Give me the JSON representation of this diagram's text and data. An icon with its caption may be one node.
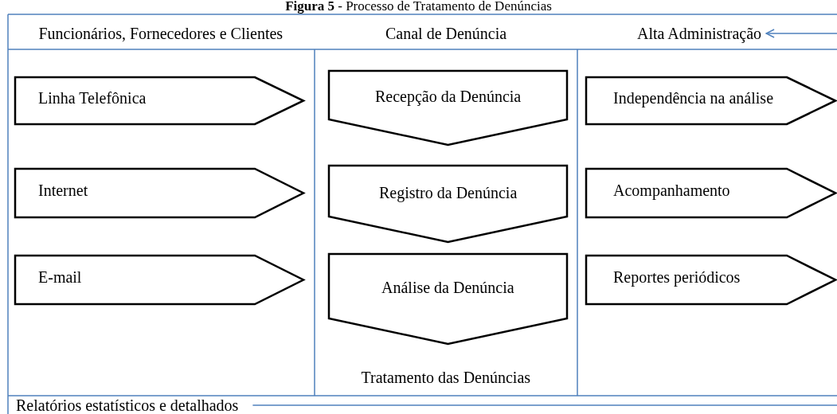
{
  "diagram": {
    "title": "**Figura 5** - Processo de Tratamento de Denúncias",
    "nodes": [
      {
        "text": [
          "Funcionários, Fornecedores e Clientes"
        ]
      },
      {
        "text": [
          "Canal de Denúncia"
        ]
      },
      {
        "text": [
          "Alta Administração"
        ]
      },
      {
        "text": [
          "Linha Telefônica"
        ]
      },
      {
        "text": [
          "Recepção da Denúncia"
        ]
      },
      {
        "text": [
          "Independência na análise"
        ]
      },
      {
        "text": [
          "Internet"
        ]
      },
      {
        "text": [
          "Registro da Denúncia"
        ]
      },
      {
        "text": [
          "Acompanhamento"
        ]
      },
      {
        "text": [
          "E-mail"
        ]
      },
      {
        "text": [
          "Análise da Denúncia"
        ]
      },
      {
        "text": [
          "Reportes periódicos"
        ]
      },
      {
        "text": [
          "Relatórios estatísticos e detalhados"
        ]
      }
    ],
    "edges": [
      {
        "from": null,
        "to": 2,
        "arrow": "to"
      },
      {
        "from": 12,
        "to": null,
        "arrow": "none"
      }
    ],
    "labels": [
      "Tratamento das Denúncias"
    ]
  }
}
